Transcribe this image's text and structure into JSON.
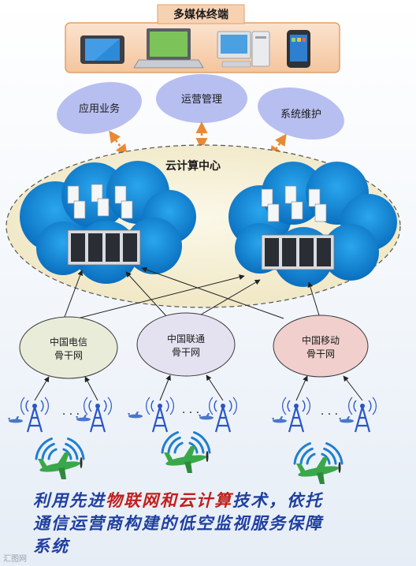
{
  "terminal_box": {
    "title": "多媒体终端"
  },
  "services": [
    {
      "label": "应用业务"
    },
    {
      "label": "运营管理"
    },
    {
      "label": "系统维护"
    }
  ],
  "cloud_center": {
    "label": "云计算中心"
  },
  "backbones": [
    {
      "line1": "中国电信",
      "line2": "骨干网",
      "color": "#e9ecd9"
    },
    {
      "line1": "中国联通",
      "line2": "骨干网",
      "color": "#e4e2f0"
    },
    {
      "line1": "中国移动",
      "line2": "骨干网",
      "color": "#f0cfcc"
    }
  ],
  "dots": "· · ·",
  "caption": {
    "line1_a": "利用先进",
    "line1_b": "物联网和云计算",
    "line1_c": "技术，依托",
    "line2": "通信运营商构建的低空监视服务保障",
    "line3": "系统"
  },
  "watermark": "汇图网",
  "colors": {
    "ellipse_blue": "#b7bef0",
    "cloud_blue": "#1a8fd8",
    "plane_green": "#3aa84a",
    "tower_blue": "#2a55c8",
    "caption_blue": "#1f3fa0",
    "caption_red": "#c0201c"
  }
}
